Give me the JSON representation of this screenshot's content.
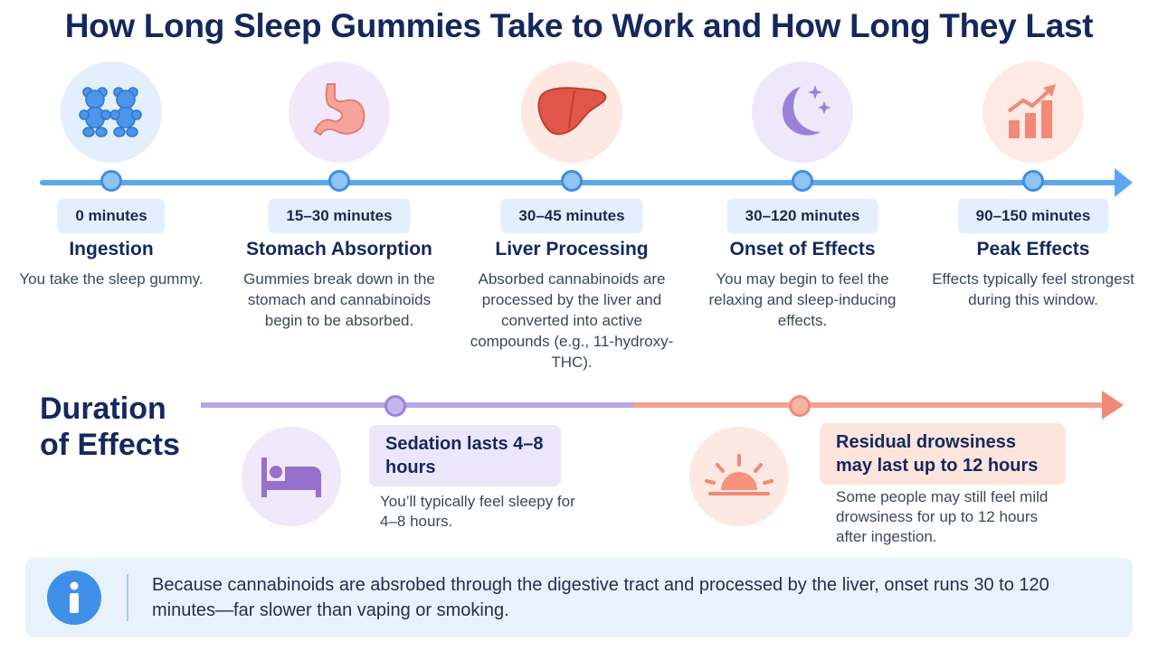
{
  "title": "How Long Sleep Gummies Take to Work and How Long They  Last",
  "timeline": {
    "stages": [
      {
        "time": "0 minutes",
        "name": "Ingestion",
        "description": "You take the sleep gummy.",
        "icon": "gummy-bears-icon"
      },
      {
        "time": "15–30 minutes",
        "name": "Stomach Absorption",
        "description": "Gummies break down in the stomach and cannabinoids begin to be absorbed.",
        "icon": "stomach-icon"
      },
      {
        "time": "30–45 minutes",
        "name": "Liver Processing",
        "description": "Absorbed cannabinoids are processed by the liver and converted into active compounds (e.g., 11-hydroxy-THC).",
        "icon": "liver-icon"
      },
      {
        "time": "30–120 minutes",
        "name": "Onset of Effects",
        "description": "You may begin to feel the relaxing and sleep-inducing effects.",
        "icon": "moon-stars-icon"
      },
      {
        "time": "90–150 minutes",
        "name": "Peak Effects",
        "description": "Effects typically feel strongest during this window.",
        "icon": "rising-chart-icon"
      }
    ]
  },
  "duration": {
    "heading": "Duration of Effects",
    "sedation": {
      "label": "Sedation lasts 4–8 hours",
      "description": "You’ll typically feel sleepy for 4–8 hours.",
      "icon": "bed-icon"
    },
    "residual": {
      "label": "Residual drowsiness may last up to 12 hours",
      "description": "Some people may still feel mild drowsiness for up to 12 hours after ingestion.",
      "icon": "sunrise-icon"
    }
  },
  "info": {
    "icon": "info-icon",
    "text": "Because cannabinoids are absrobed through the digestive tract and processed by the liver, onset runs 30 to 120 minutes—far slower than vaping or smoking."
  },
  "colors": {
    "timeline": "#5aa7ee",
    "title": "#15285e",
    "sedation": "#9c84d6",
    "residual": "#f08a76"
  }
}
